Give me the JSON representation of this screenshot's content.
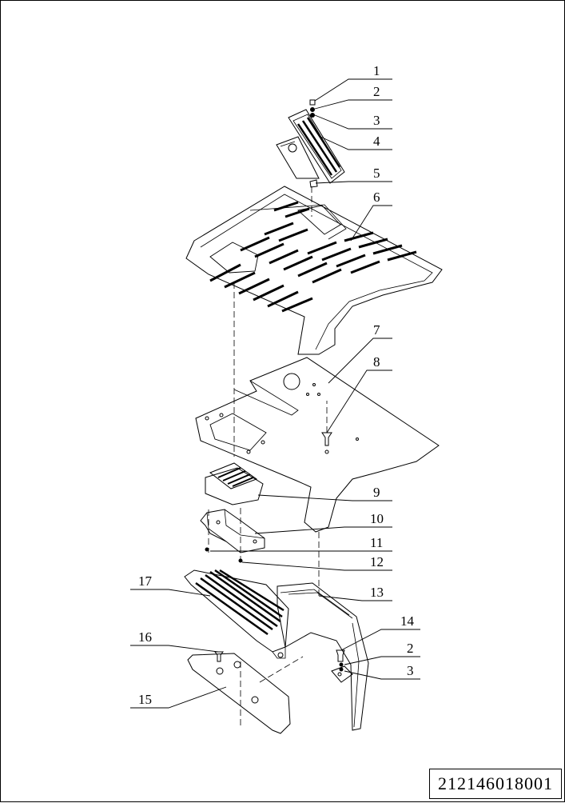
{
  "drawing_number": "212146018001",
  "callouts": [
    "1",
    "2",
    "3",
    "4",
    "5",
    "6",
    "7",
    "8",
    "9",
    "10",
    "11",
    "12",
    "13",
    "14",
    "2",
    "3",
    "16",
    "15",
    "17"
  ]
}
